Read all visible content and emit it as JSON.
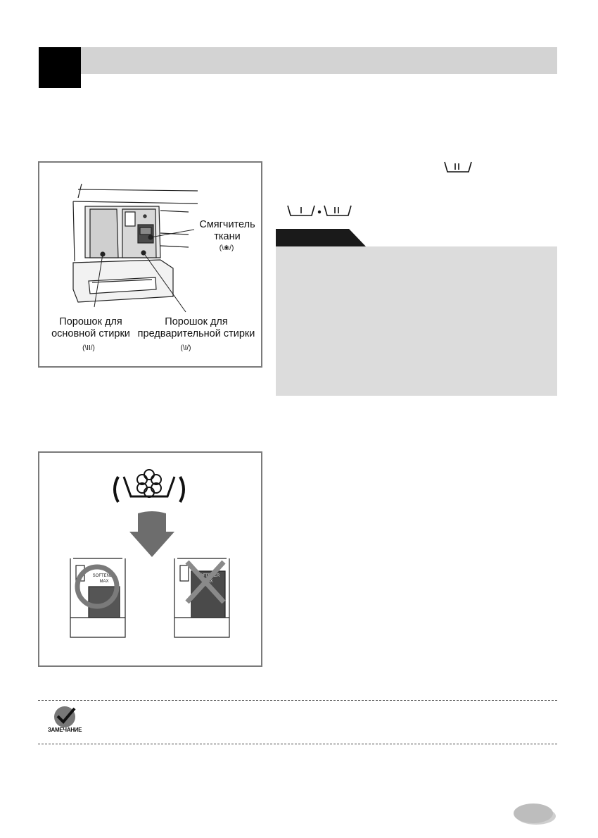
{
  "figure1": {
    "softener_label": "Смягчитель\nткани",
    "main_wash_label": "Порошок для\nосновной стирки",
    "prewash_label": "Порошок для\nпредварительной стирки"
  },
  "figure2": {
    "dispenser_text": "SOFTENER\nMAX"
  },
  "note": {
    "badge_label": "ЗАМЕЧАНИЕ"
  },
  "colors": {
    "header_bar": "#d3d3d3",
    "note_box": "#dcdcdc",
    "dark": "#000000"
  }
}
